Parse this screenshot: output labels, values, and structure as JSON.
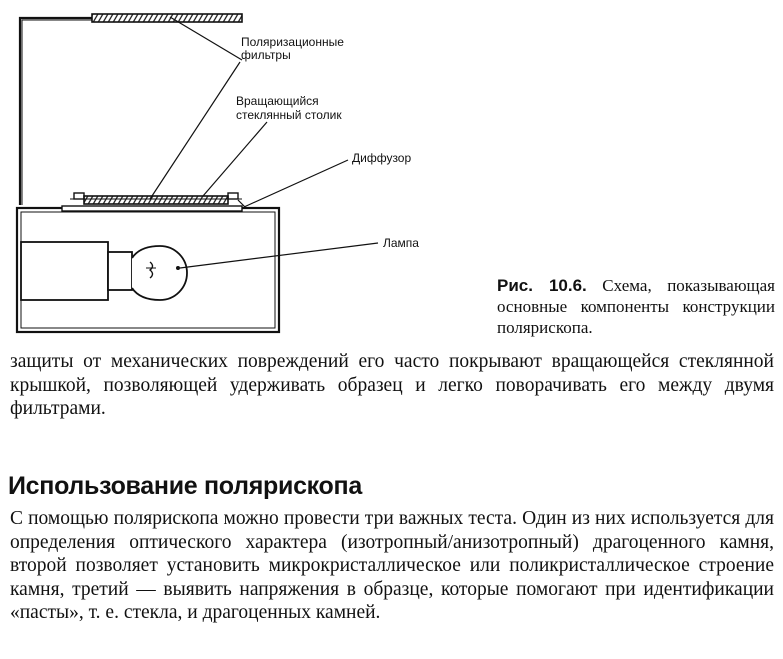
{
  "figure": {
    "labels": {
      "filters_line1": "Поляризационные",
      "filters_line2": "фильтры",
      "table_line1": "Вращающийся",
      "table_line2": "стеклянный столик",
      "diffuser": "Диффузор",
      "lamp": "Лампа"
    },
    "caption": {
      "number": "Рис. 10.6.",
      "text": "Схема, показывающая основные компоненты конструкции полярископа."
    }
  },
  "paragraph1": "защиты от механических повреждений его часто покрывают вращающейся стеклянной крышкой, позволяющей удерживать образец и легко поворачивать его между двумя фильтрами.",
  "heading": "Использование полярископа",
  "paragraph2": "С помощью полярископа можно провести три важных теста. Один из них используется для определения оптического характера (изотропный/анизотропный) драгоценного камня, второй позволяет установить микрокристаллическое или поликристаллическое строение камня, третий — выявить напряжения в образце, которые помогают при идентификации «пасты», т. е. стекла, и драгоценных камней."
}
